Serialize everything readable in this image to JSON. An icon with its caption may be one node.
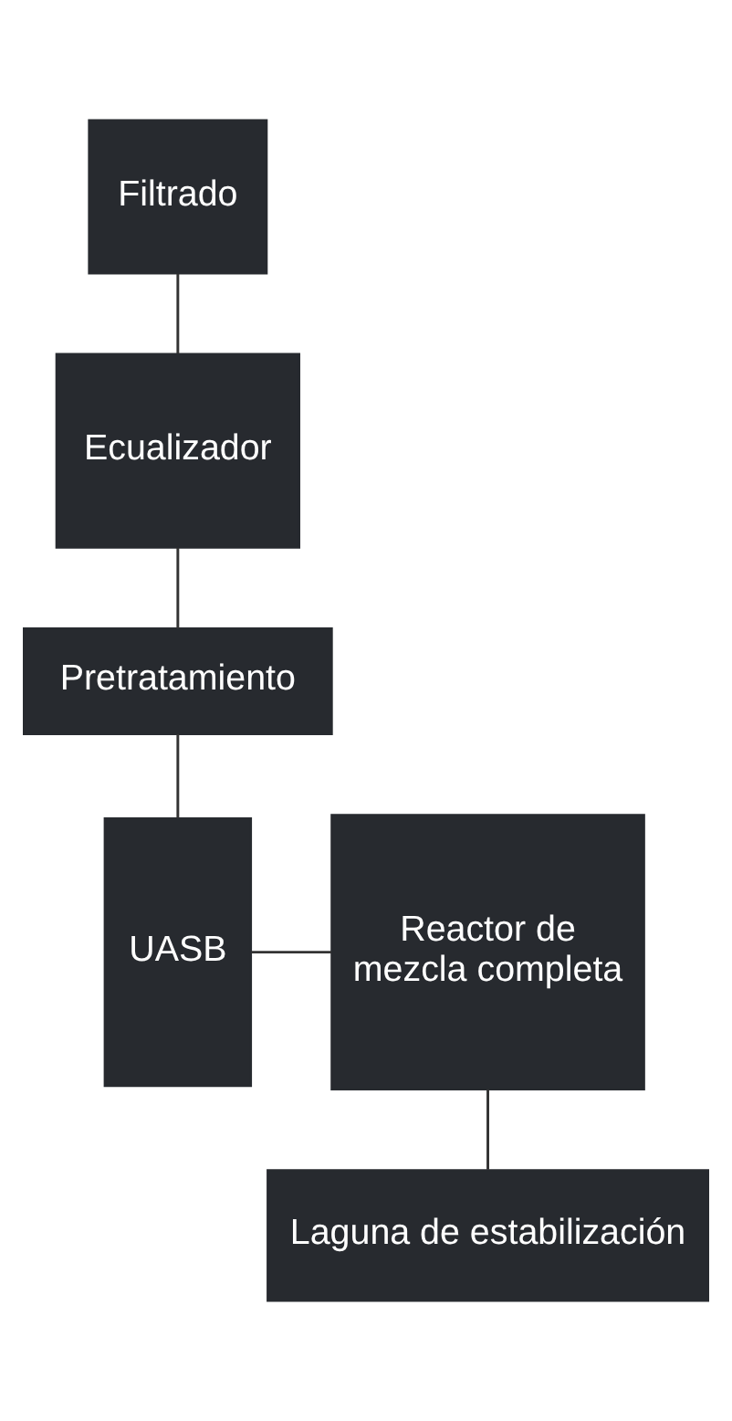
{
  "diagram": {
    "nodes": [
      {
        "text": [
          "Filtrado"
        ]
      },
      {
        "text": [
          "Ecualizador"
        ]
      },
      {
        "text": [
          "Pretratamiento"
        ]
      },
      {
        "text": [
          "UASB"
        ]
      },
      {
        "text": [
          "Reactor de mezcla completa"
        ]
      },
      {
        "text": [
          "Laguna de estabilización"
        ]
      }
    ],
    "edges": [
      {
        "from": 0,
        "to": 1,
        "arrow": "none"
      },
      {
        "from": 1,
        "to": 2,
        "arrow": "none"
      },
      {
        "from": 2,
        "to": 3,
        "arrow": "none"
      },
      {
        "from": 3,
        "to": 4,
        "arrow": "none"
      },
      {
        "from": 4,
        "to": 5,
        "arrow": "none"
      }
    ]
  }
}
